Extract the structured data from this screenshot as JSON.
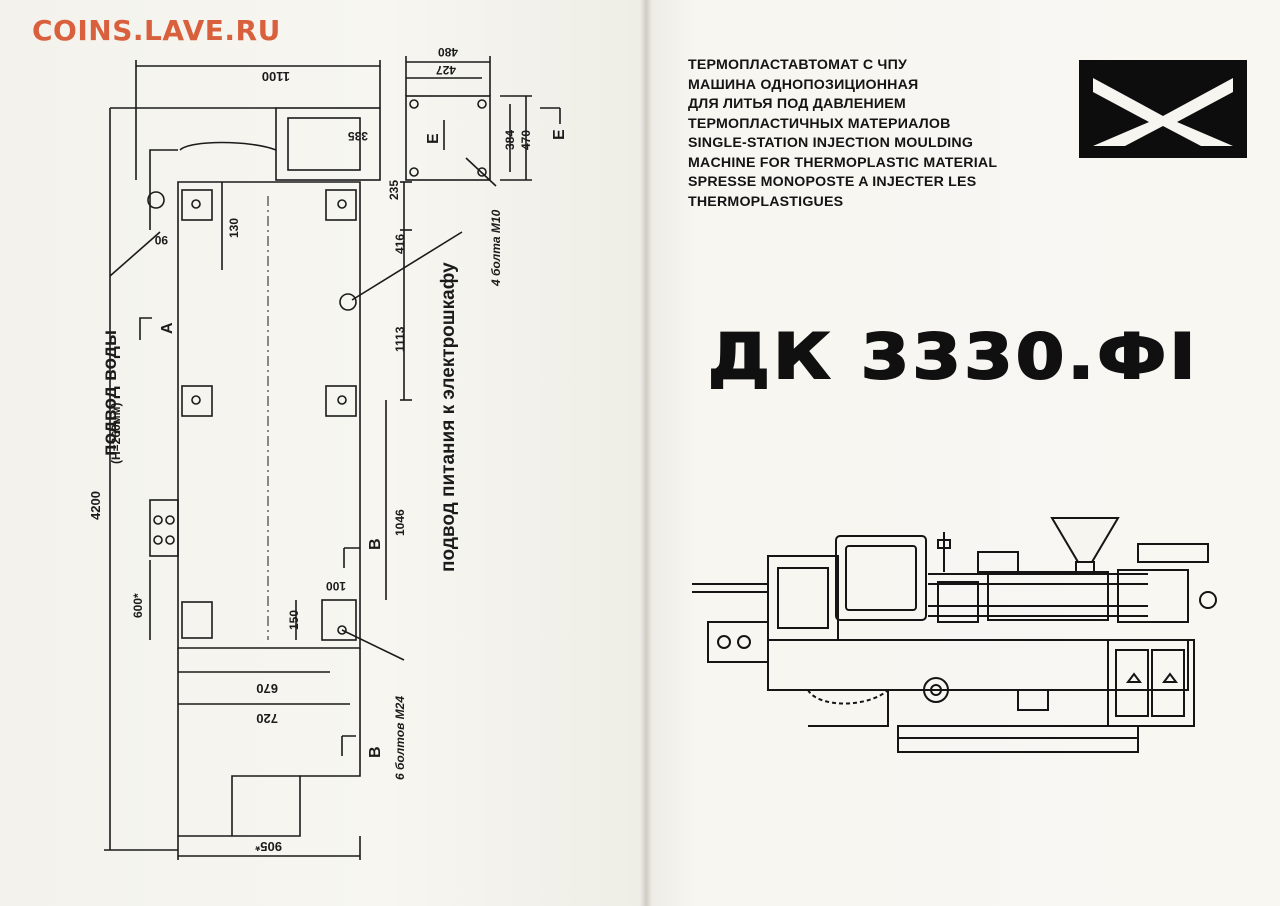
{
  "watermark": "COINS.LAVE.RU",
  "title_lines": [
    "ТЕРМОПЛАСТАВТОМАТ С ЧПУ",
    "МАШИНА ОДНОПОЗИЦИОННАЯ",
    "ДЛЯ ЛИТЬЯ ПОД ДАВЛЕНИЕМ",
    "ТЕРМОПЛАСТИЧНЫХ МАТЕРИАЛОВ",
    "SINGLE-STATION INJECTION MOULDING",
    "MACHINE FOR THERMOPLASTIC MATERIAL",
    "SPRESSE MONOPOSTE A INJECTER LES",
    "THERMOPLASTIGUES"
  ],
  "model": "ДК 3330.ФI",
  "drawing": {
    "dims": {
      "d1100": "1100",
      "d480": "480",
      "d427": "427",
      "d335": "335",
      "d384": "384",
      "d470": "470",
      "d235": "235",
      "d130": "130",
      "d416": "416",
      "d1113": "1113",
      "d4200": "4200",
      "d1046": "1046",
      "d600": "600*",
      "d150": "150",
      "d100": "100",
      "d670": "670",
      "d720": "720",
      "d905": "905*",
      "d90": "90"
    },
    "labels": {
      "water": "подвод воды",
      "water_h": "(Н=260мм)",
      "power": "подвод питания к электрошкафу",
      "bolts_m10": "4 болта  М10",
      "bolts_m24": "6 болтов М24",
      "section_e1": "Е",
      "section_e2": "Е",
      "section_b1": "В",
      "section_b2": "В",
      "section_a": "А"
    }
  }
}
